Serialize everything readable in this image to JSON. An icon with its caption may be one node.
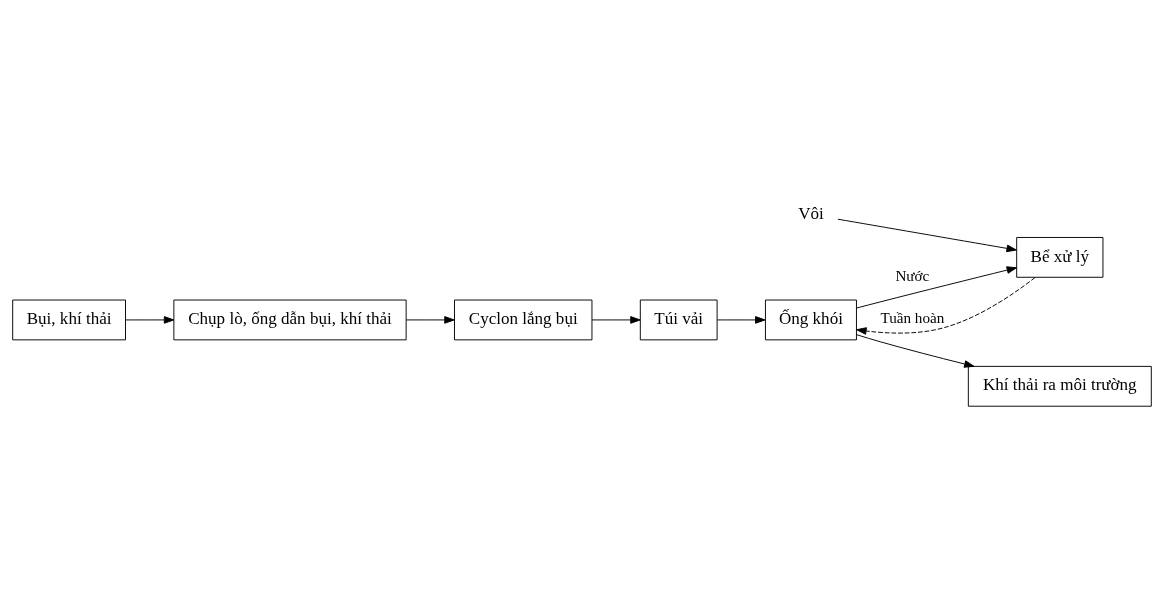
{
  "diagram": {
    "nodes": [
      {
        "text": [
          "Khí thải ra môi trường"
        ]
      },
      {
        "text": [
          "Bể xử lý"
        ]
      },
      {
        "text": [
          "Ống khói"
        ]
      },
      {
        "text": [
          "Bụi, khí thải"
        ]
      },
      {
        "text": [
          "Chụp lò, ống dẫn bụi, khí thải"
        ]
      },
      {
        "text": [
          "Cyclon lắng bụi"
        ]
      },
      {
        "text": [
          "Túi vải"
        ]
      },
      {
        "text": [
          "Vôi"
        ]
      }
    ],
    "edges": [
      {
        "from": 3,
        "to": 4,
        "arrow": "to"
      },
      {
        "from": 4,
        "to": 5,
        "arrow": "to"
      },
      {
        "from": 5,
        "to": 6,
        "arrow": "to"
      },
      {
        "from": 6,
        "to": 2,
        "arrow": "to"
      },
      {
        "from": 2,
        "to": 0,
        "arrow": "to"
      },
      {
        "from": 2,
        "to": 1,
        "arrow": "to",
        "label": "Nước"
      },
      {
        "from": 1,
        "to": 2,
        "arrow": "to",
        "label": "Tuần hoàn",
        "style": "dashed"
      },
      {
        "from": 7,
        "to": 1,
        "arrow": "to"
      }
    ]
  }
}
